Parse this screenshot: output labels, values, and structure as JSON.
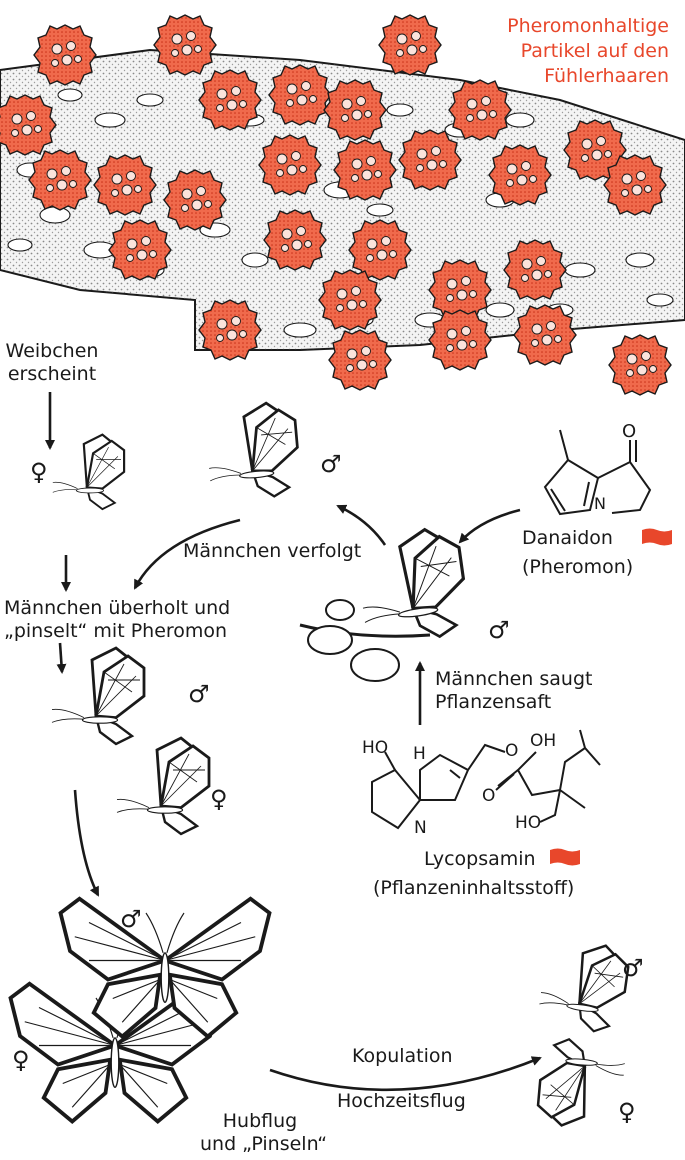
{
  "caption": {
    "line1": "Pheromonhaltige",
    "line2": "Partikel auf den",
    "line3": "Fühlerhaaren"
  },
  "labels": {
    "female_appears_1": "Weibchen",
    "female_appears_2": "erscheint",
    "male_follows": "Männchen verfolgt",
    "male_overtakes_1": "Männchen überholt und",
    "male_overtakes_2": "„pinselt“ mit Pheromon",
    "male_sucks_1": "Männchen saugt",
    "male_sucks_2": "Pflanzensaft",
    "copulation": "Kopulation",
    "wedding_flight": "Hochzeitsflug",
    "hover_1": "Hubflug",
    "hover_2": "und „Pinseln“"
  },
  "compounds": {
    "danaidon_name": "Danaidon",
    "danaidon_role": "(Pheromon)",
    "lycopsamin_name": "Lycopsamin",
    "lycopsamin_role": "(Pflanzeninhaltsstoff)",
    "atom_O": "O",
    "atom_N": "N",
    "atom_HO": "HO",
    "atom_H": "H",
    "atom_OH": "OH"
  },
  "symbols": {
    "female": "♀",
    "male": "♂"
  },
  "colors": {
    "accent": "#e8472b",
    "ink": "#1a1a1a",
    "hair_fill": "#f2f2f2"
  }
}
